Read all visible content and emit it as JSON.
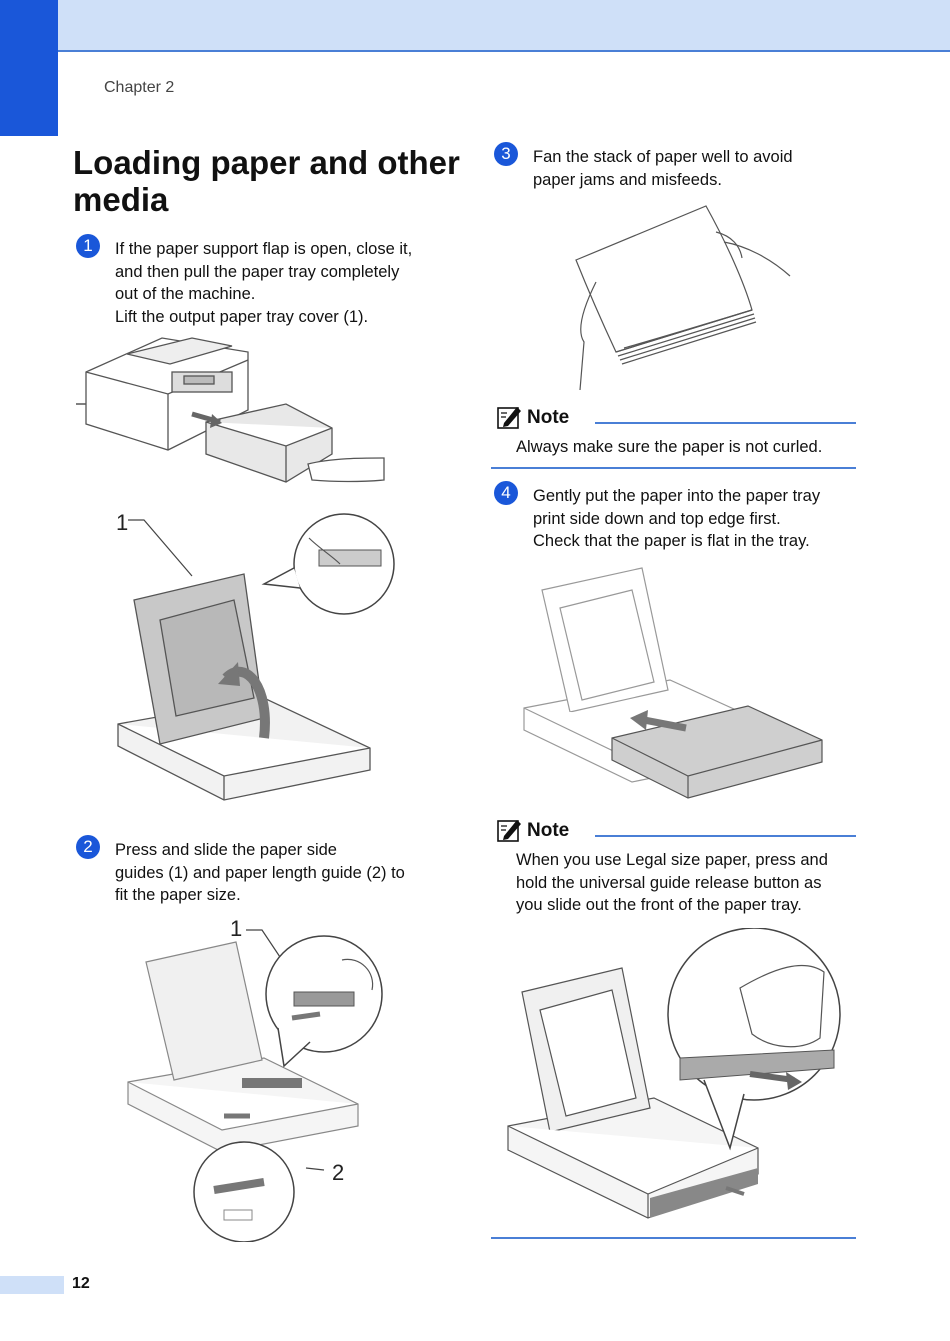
{
  "header": {
    "chapter": "Chapter 2"
  },
  "title": "Loading paper and other media",
  "steps": [
    {
      "num": "1",
      "lines": [
        "If the paper support flap is open, close it,",
        "and then pull the paper tray completely",
        "out of the machine.",
        "Lift the output paper tray cover (1)."
      ]
    },
    {
      "num": "2",
      "lines": [
        "Press and slide the paper side",
        "guides (1) and paper length guide (2) to",
        "fit the paper size."
      ]
    },
    {
      "num": "3",
      "lines": [
        "Fan the stack of paper well to avoid",
        "paper jams and misfeeds."
      ]
    },
    {
      "num": "4",
      "lines": [
        "Gently put the paper into the paper tray",
        "print side down and top edge first.",
        "Check that the paper is flat in the tray."
      ]
    }
  ],
  "notes": [
    {
      "title": "Note",
      "lines": [
        "Always make sure the paper is not curled."
      ]
    },
    {
      "title": "Note",
      "lines": [
        "When you use Legal size paper, press and",
        "hold the universal guide release button as",
        "you slide out the front of the paper tray."
      ]
    }
  ],
  "callouts": {
    "cover_label": "1",
    "side_guide_label": "1",
    "length_guide_label": "2"
  },
  "footer": {
    "page_number": "12"
  },
  "colors": {
    "accent": "#1a57d9",
    "band": "#cfe0f8",
    "rule": "#4a7fd6"
  }
}
